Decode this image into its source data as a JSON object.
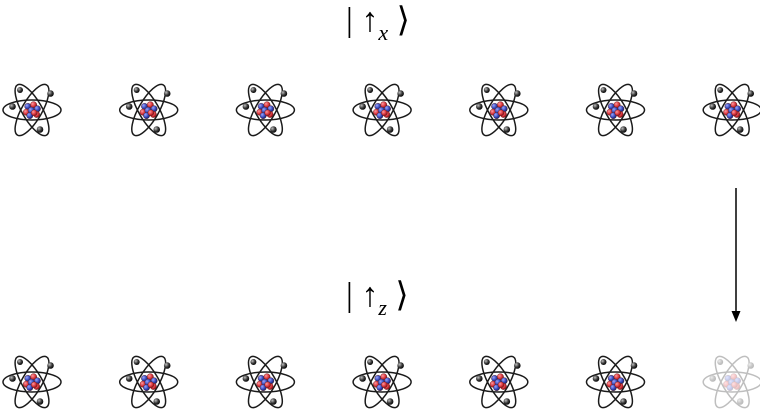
{
  "labels": {
    "top_state": {
      "bar": "|",
      "arrow": "↑",
      "subscript": "x",
      "bracket": "⟩"
    },
    "bottom_state": {
      "bar": "|",
      "arrow": "↑",
      "subscript": "z",
      "bracket": "⟩"
    }
  },
  "rows": [
    {
      "name": "top-row",
      "atoms": 7,
      "faded_last": false
    },
    {
      "name": "bottom-row",
      "atoms": 7,
      "faded_last": true
    }
  ],
  "colors": {
    "orbit": "#1a1a1a",
    "electron": "#2b2b2b",
    "proton": "#d8333a",
    "neutron": "#3344b8",
    "arrow": "#000000"
  }
}
